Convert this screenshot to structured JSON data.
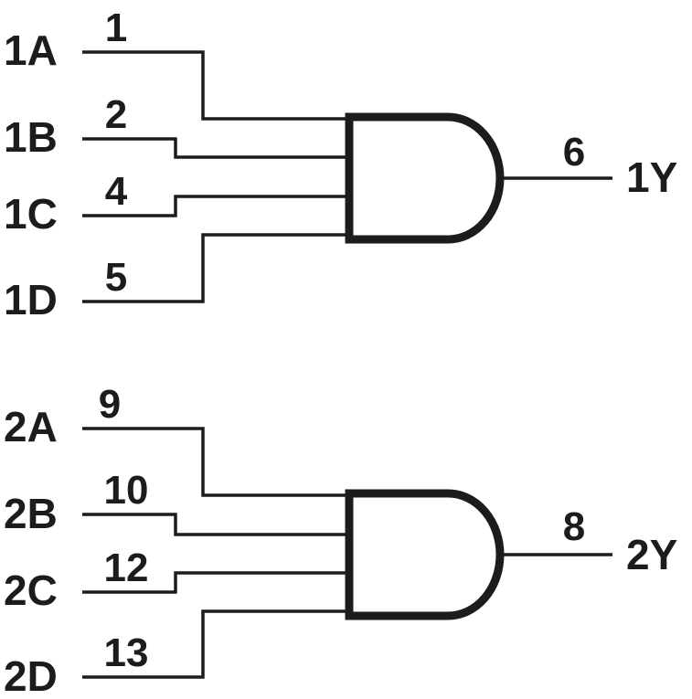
{
  "diagram": {
    "type": "logic-diagram",
    "description": "Dual 4-input AND gate logic diagram",
    "colors": {
      "stroke": "#1c1c1c",
      "background": "#ffffff"
    },
    "gates": [
      {
        "name": "and-gate-1",
        "inputs": [
          {
            "label": "1A",
            "pin": "1"
          },
          {
            "label": "1B",
            "pin": "2"
          },
          {
            "label": "1C",
            "pin": "4"
          },
          {
            "label": "1D",
            "pin": "5"
          }
        ],
        "output": {
          "label": "1Y",
          "pin": "6"
        }
      },
      {
        "name": "and-gate-2",
        "inputs": [
          {
            "label": "2A",
            "pin": "9"
          },
          {
            "label": "2B",
            "pin": "10"
          },
          {
            "label": "2C",
            "pin": "12"
          },
          {
            "label": "2D",
            "pin": "13"
          }
        ],
        "output": {
          "label": "2Y",
          "pin": "8"
        }
      }
    ]
  }
}
